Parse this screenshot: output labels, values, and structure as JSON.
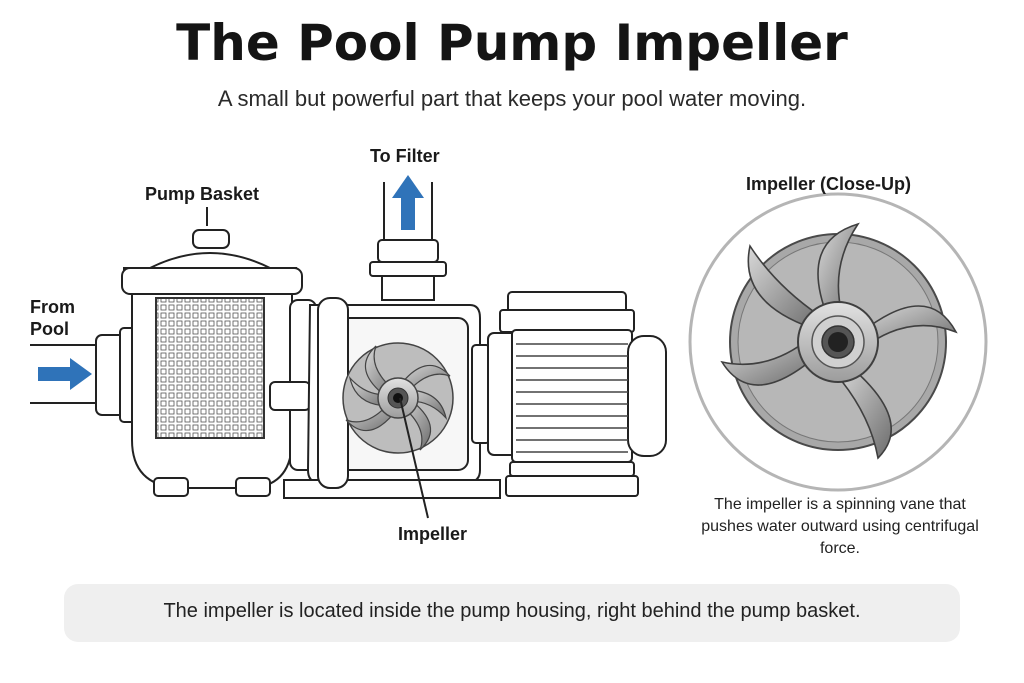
{
  "title": "The Pool Pump Impeller",
  "subtitle": "A small but powerful part that keeps your pool water moving.",
  "labels": {
    "to_filter": "To Filter",
    "pump_basket": "Pump Basket",
    "from_pool": "From\nPool",
    "impeller": "Impeller",
    "closeup": "Impeller (Close-Up)"
  },
  "caption": "The impeller is a spinning vane that pushes water outward using centrifugal force.",
  "note": "The impeller is located inside the pump housing, right behind the pump basket.",
  "colors": {
    "arrow": "#2f73b9",
    "line": "#222222",
    "metal": "#9a9a9a",
    "metal_dark": "#6e6e6e",
    "metal_light": "#c9c9c9"
  }
}
